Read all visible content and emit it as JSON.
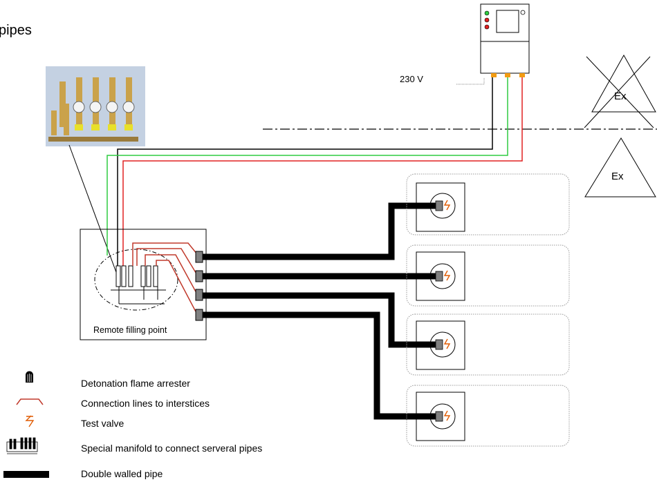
{
  "title_fragment": "pipes",
  "voltage_label": "230 V",
  "ex_label_top": "Ex",
  "ex_label_bottom": "Ex",
  "filling_point_label": "Remote filling point",
  "legend": [
    {
      "icon": "flame-arrester-icon",
      "text": "Detonation flame arrester"
    },
    {
      "icon": "connection-line-icon",
      "text": "Connection lines to interstices"
    },
    {
      "icon": "test-valve-icon",
      "text": "Test valve"
    },
    {
      "icon": "manifold-icon",
      "text": "Special manifold to connect  serveral pipes"
    },
    {
      "icon": "double-walled-pipe-icon",
      "text": "Double walled pipe"
    }
  ],
  "colors": {
    "pipe": "#000000",
    "connection_line": "#c0392b",
    "green_wire": "#2ecc40",
    "red_wire": "#e02020",
    "black_wire": "#000000",
    "tank_box_border": "#9a9a9a",
    "port_fill": "#808080",
    "orange_connector": "#f39c12"
  }
}
